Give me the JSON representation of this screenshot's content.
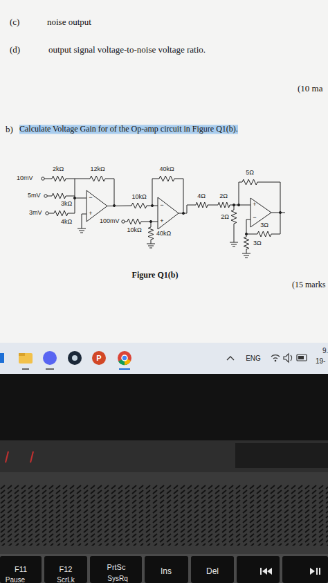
{
  "diagram": {
    "caption": "Figure Q1(b)",
    "labels": [
      "(c)",
      "noise output",
      "(d)",
      "output signal voltage-to-noise voltage ratio.",
      "(10 ma",
      "b)",
      "Calculate Voltage Gain for of the Op-amp circuit in Figure Q1(b).",
      "2kΩ",
      "12kΩ",
      "40kΩ",
      "10mV",
      "5mV",
      "3kΩ",
      "3mV",
      "4kΩ",
      "−",
      "+",
      "10kΩ",
      "100mV",
      "10kΩ",
      "−",
      "+",
      "40kΩ",
      "5Ω",
      "4Ω",
      "2Ω",
      "2Ω",
      "+",
      "−",
      "3Ω",
      "3Ω",
      "(15 marks",
      "P",
      "ENG",
      "9.",
      "19-",
      "F11",
      "Pause",
      "F12",
      "ScrLk",
      "PrtSc",
      "SysRq",
      "Ins",
      "Del"
    ]
  }
}
